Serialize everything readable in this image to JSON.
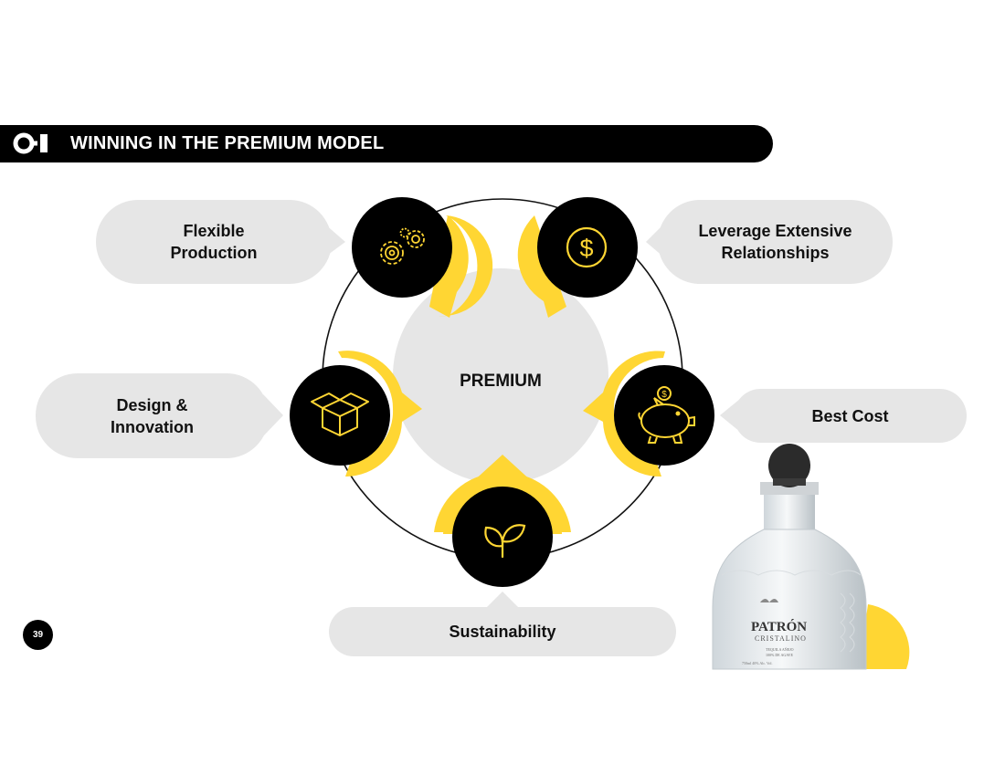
{
  "header": {
    "title": "WINNING IN THE PREMIUM MODEL",
    "logo": "o-i-logo"
  },
  "center": {
    "label": "PREMIUM"
  },
  "pillars": [
    {
      "label": "Flexible\nProduction",
      "icon": "gears-icon"
    },
    {
      "label": "Leverage Extensive\nRelationships",
      "icon": "dollar-coin-icon"
    },
    {
      "label": "Best Cost",
      "icon": "piggy-bank-icon"
    },
    {
      "label": "Sustainability",
      "icon": "sprout-icon"
    },
    {
      "label": "Design &\nInnovation",
      "icon": "open-box-icon"
    }
  ],
  "product": {
    "brand": "PATRÓN",
    "line": "CRISTALINO",
    "sub1": "TEQUILA AÑEJO",
    "sub2": "100% DE AGAVE",
    "bottom": "750ml 40% Alc. Vol."
  },
  "page_number": "39",
  "colors": {
    "accent": "#ffd633",
    "dark": "#000000",
    "bubble": "#e6e6e6"
  }
}
